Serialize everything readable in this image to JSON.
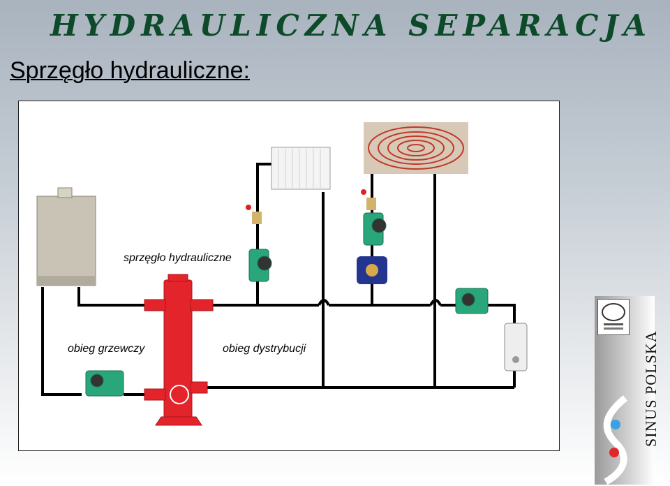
{
  "header": {
    "title": "HYDRAULICZNA SEPARACJA",
    "subtitle": "Sprzęgło hydrauliczne:"
  },
  "diagram": {
    "label_coupling": "sprzęgło hydrauliczne",
    "label_heating_circuit": "obieg grzewczy",
    "label_distribution_circuit": "obieg dystrybucji"
  },
  "brand": {
    "name": "SINUS POLSKA",
    "logo_colors": {
      "blue": "#3aa0e8",
      "red": "#e0282c"
    }
  },
  "colors": {
    "pipe": "#000000",
    "coupling": "#e3242b",
    "pump": "#2aa77a",
    "header_text": "#0c4a2a"
  }
}
